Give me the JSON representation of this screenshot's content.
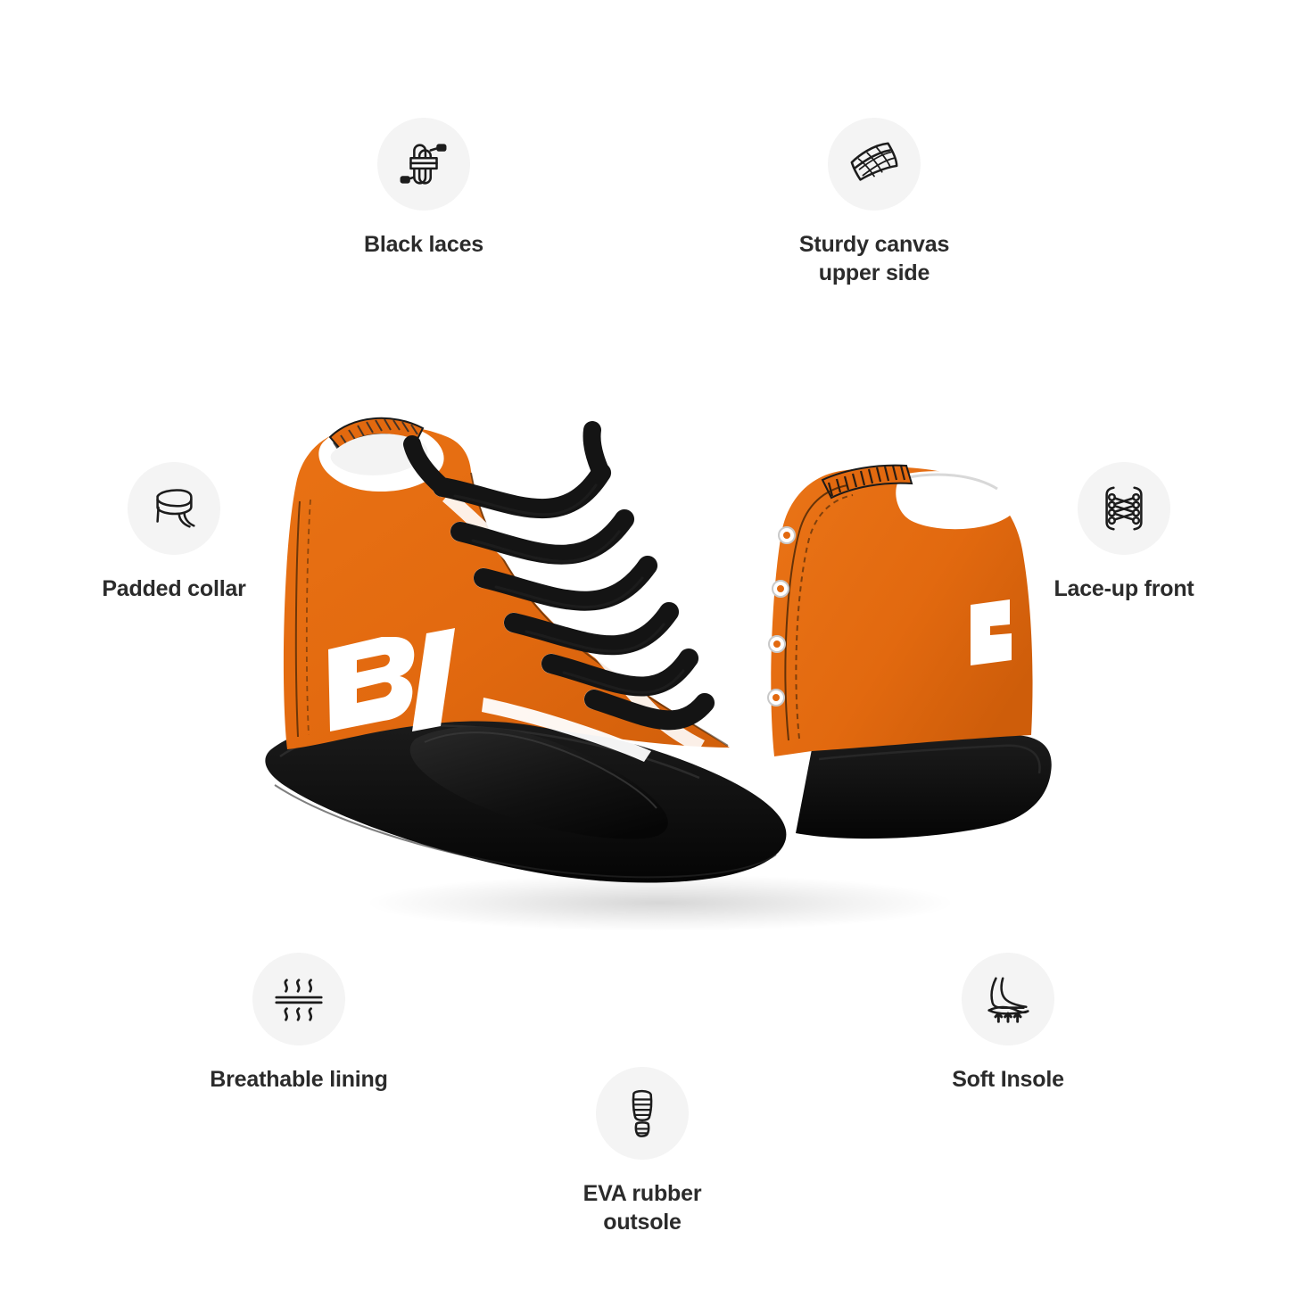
{
  "product": {
    "brand_logo_text": "BI",
    "colors": {
      "canvas_orange": "#E2690F",
      "sole_black": "#111111",
      "lace_black": "#141414",
      "lining_white": "#FFFFFF",
      "logo_white": "#FFFFFF",
      "background": "#FFFFFF",
      "icon_circle": "#F4F4F4",
      "label_text": "#2B2B2B"
    }
  },
  "features": [
    {
      "id": "black-laces",
      "icon": "shoelace-coil-icon",
      "label": "Black laces"
    },
    {
      "id": "sturdy-canvas",
      "icon": "canvas-fabric-icon",
      "label": "Sturdy canvas\nupper side"
    },
    {
      "id": "padded-collar",
      "icon": "padded-collar-icon",
      "label": "Padded collar"
    },
    {
      "id": "lace-up-front",
      "icon": "lace-eyelets-icon",
      "label": "Lace-up front"
    },
    {
      "id": "breathable",
      "icon": "breathable-air-icon",
      "label": "Breathable lining"
    },
    {
      "id": "soft-insole",
      "icon": "foot-insole-icon",
      "label": "Soft Insole"
    },
    {
      "id": "eva-outsole",
      "icon": "shoe-tread-icon",
      "label": "EVA rubber\noutsole"
    }
  ]
}
